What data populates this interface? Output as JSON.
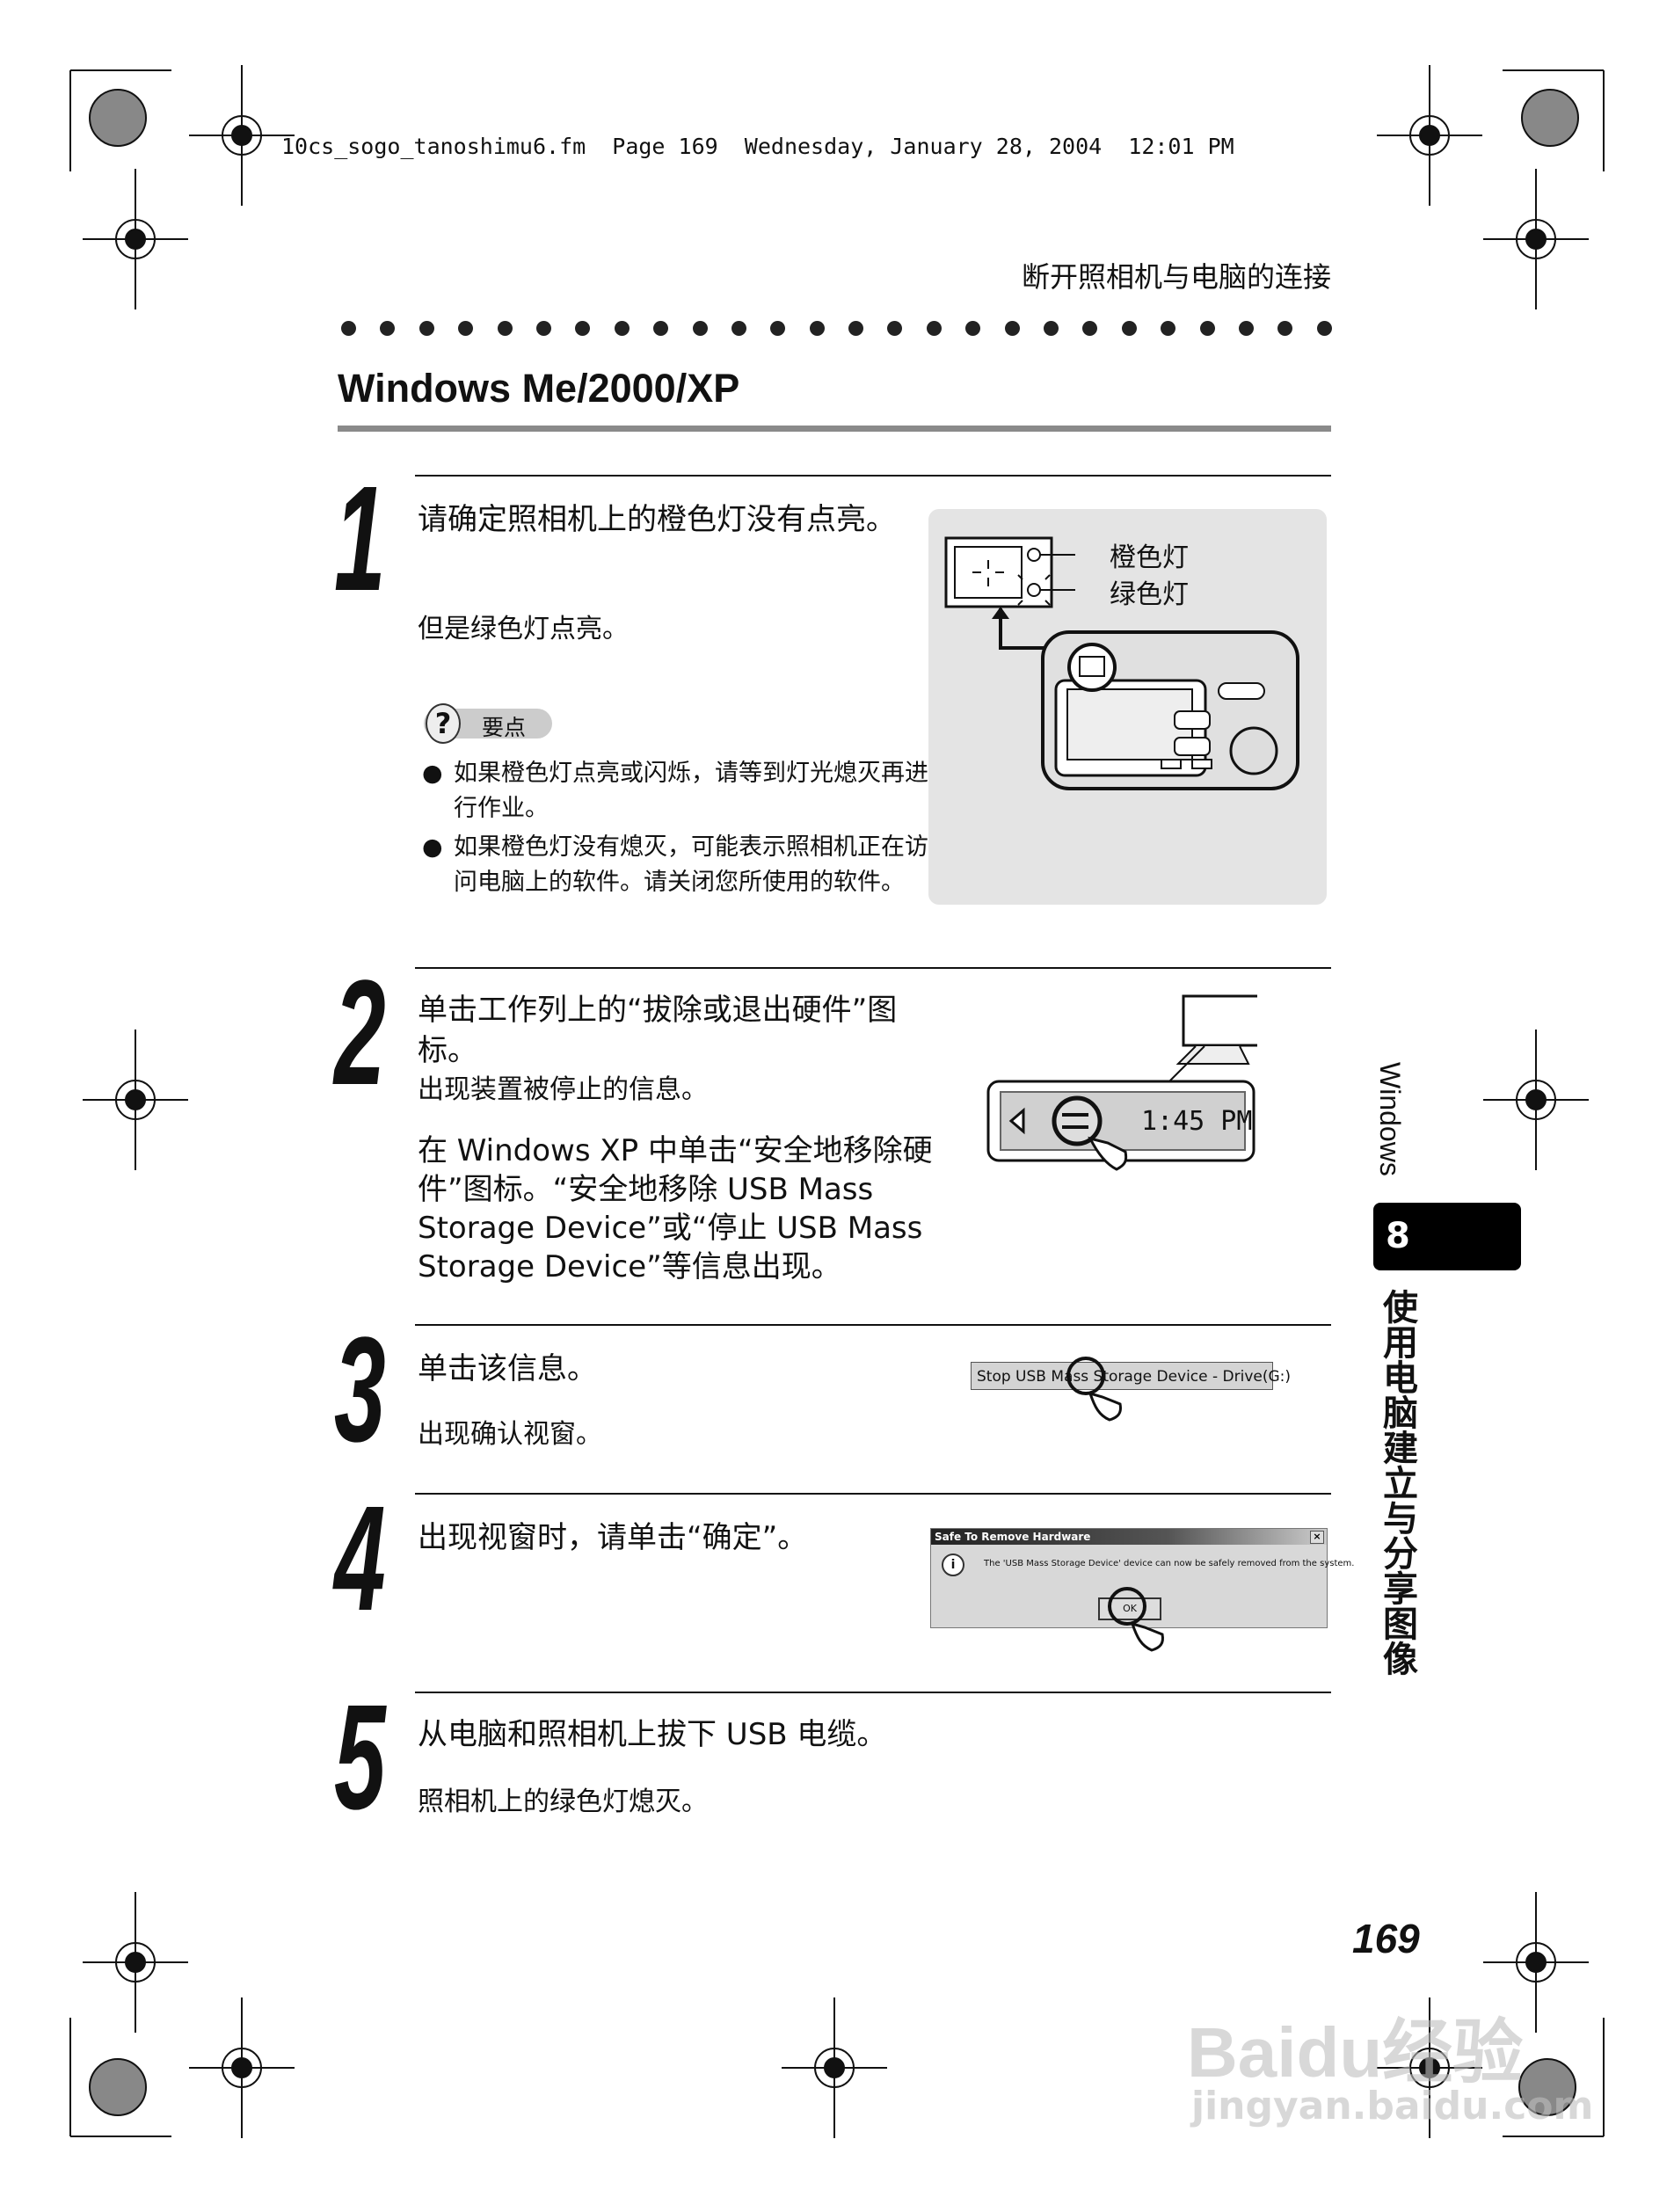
{
  "print_slug": "10cs_sogo_tanoshimu6.fm  Page 169  Wednesday, January 28, 2004  12:01 PM",
  "running_head": "断开照相机与电脑的连接",
  "section_title": "Windows Me/2000/XP",
  "steps": [
    {
      "number": "1",
      "main": "请确定照相机上的橙色灯没有点亮。",
      "sub": "但是绿色灯点亮。"
    },
    {
      "number": "2",
      "main": "单击工作列上的“拔除或退出硬件”图标。",
      "sub": "出现装置被停止的信息。",
      "note": "在 Windows XP 中单击“安全地移除硬件”图标。“安全地移除 USB Mass Storage Device”或“停止 USB Mass Storage Device”等信息出现。"
    },
    {
      "number": "3",
      "main": "单击该信息。",
      "sub": "出现确认视窗。"
    },
    {
      "number": "4",
      "main": "出现视窗时，请单击“确定”。"
    },
    {
      "number": "5",
      "main": "从电脑和照相机上拔下 USB 电缆。",
      "sub": "照相机上的绿色灯熄灭。"
    }
  ],
  "tip": {
    "label": "要点",
    "bullets": [
      "如果橙色灯点亮或闪烁，请等到灯光熄灭再进行作业。",
      "如果橙色灯没有熄灭，可能表示照相机正在访问电脑上的软件。请关闭您所使用的软件。"
    ]
  },
  "camera_figure": {
    "orange_lamp_label": "橙色灯",
    "green_lamp_label": "绿色灯"
  },
  "taskbar_figure": {
    "clock": "1:45 PM"
  },
  "stop_message": "Stop USB Mass Storage Device - Drive(G:)",
  "dialog": {
    "title": "Safe To Remove Hardware",
    "message": "The 'USB Mass Storage Device' device can now be safely removed from the system.",
    "ok_label": "OK",
    "close_label": "×"
  },
  "side_tab": {
    "top_label": "Windows",
    "chapter": "8",
    "chapter_title": "使用电脑建立与分享图像"
  },
  "page_number": "169",
  "watermark": {
    "brand": "Baidu经验",
    "url": "jingyan.baidu.com"
  }
}
